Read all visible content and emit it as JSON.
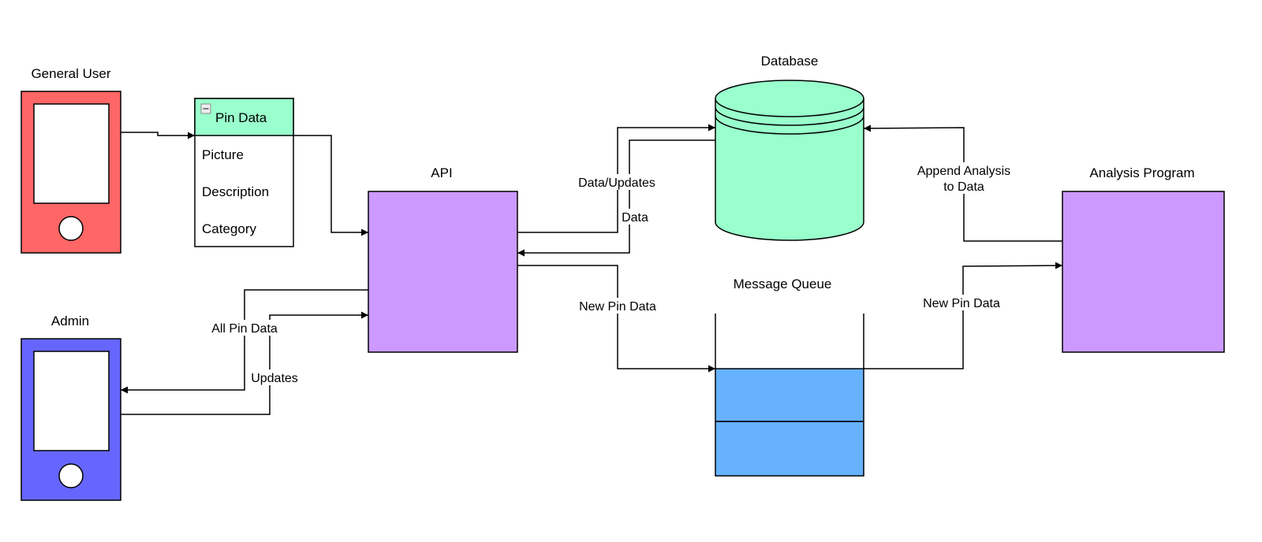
{
  "nodes": {
    "general_user": {
      "label": "General User"
    },
    "admin": {
      "label": "Admin"
    },
    "pin_data": {
      "title": "Pin Data",
      "fields": [
        "Picture",
        "Description",
        "Category"
      ]
    },
    "api": {
      "label": "API"
    },
    "database": {
      "label": "Database"
    },
    "message_queue": {
      "label": "Message Queue"
    },
    "analysis_program": {
      "label": "Analysis Program"
    }
  },
  "edges": {
    "api_to_db": "Data/Updates",
    "db_to_api": "Data",
    "api_to_queue": "New Pin Data",
    "queue_to_analysis": "New Pin Data",
    "analysis_to_db_line1": "Append Analysis",
    "analysis_to_db_line2": "to Data",
    "api_to_admin": "All Pin Data",
    "admin_to_api": "Updates"
  },
  "colors": {
    "general_user": "#ff6666",
    "admin": "#6666ff",
    "pin_data_header": "#99ffcc",
    "api": "#cc99ff",
    "database": "#99ffcc",
    "message_queue": "#66b2ff",
    "analysis_program": "#cc99ff"
  }
}
